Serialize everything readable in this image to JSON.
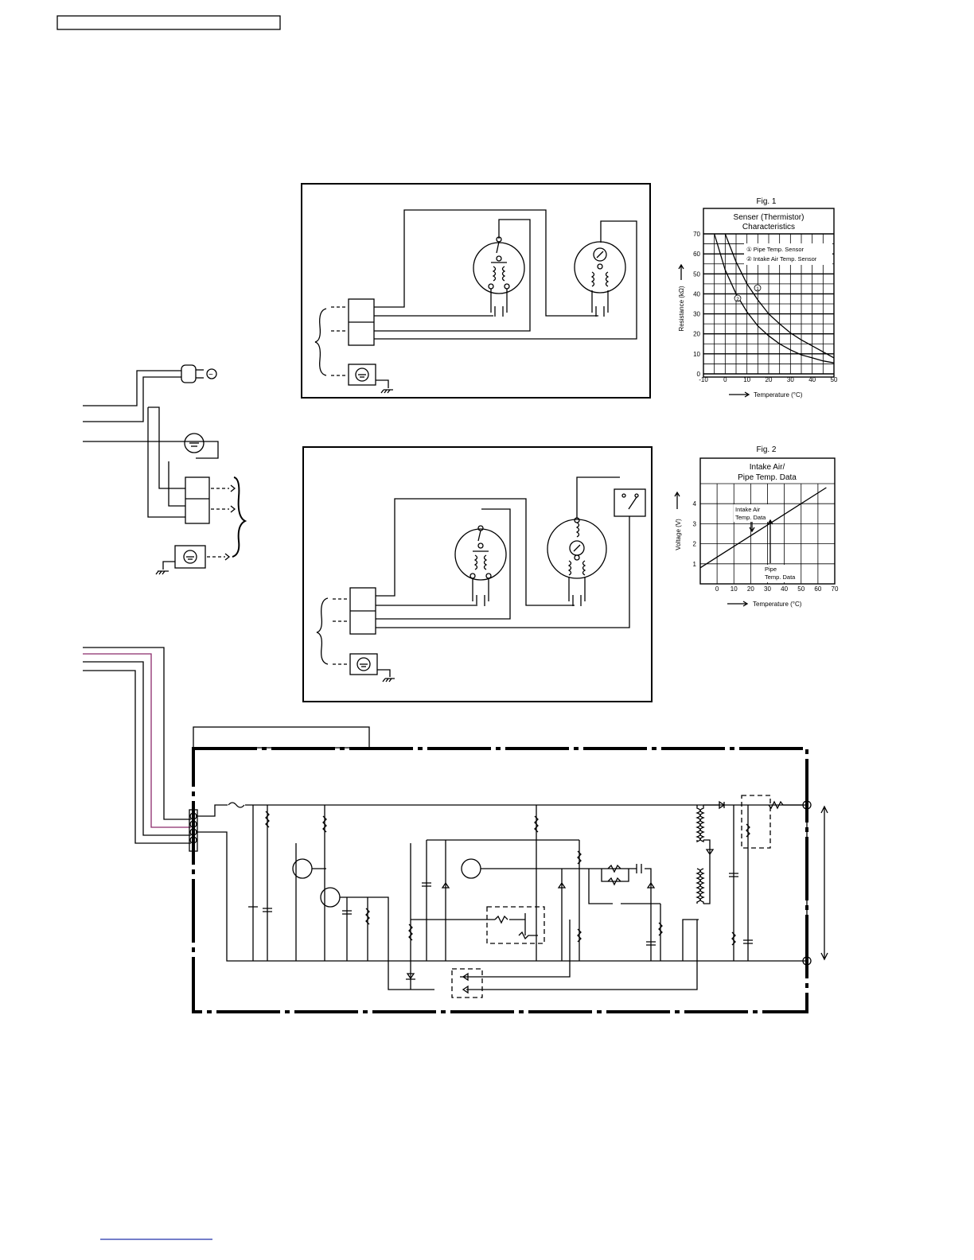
{
  "header_box": {
    "text": ""
  },
  "fig1": {
    "fig_label": "Fig. 1",
    "annotations": {
      "marker_1": "1",
      "marker_2": "2"
    }
  },
  "fig2": {
    "fig_label": "Fig. 2",
    "annotations": {
      "intake_air": "Intake Air Temp. Data",
      "pipe": "Pipe Temp. Data"
    }
  },
  "symbols": {
    "ac_source": "~"
  },
  "chart_data": [
    {
      "type": "line",
      "title": "Senser (Thermistor) Characteristics",
      "xlabel": "Temperature (°C)",
      "ylabel": "Resistance (kΩ)",
      "xlim": [
        -10,
        50
      ],
      "ylim": [
        0,
        70
      ],
      "xticks": [
        -10,
        0,
        10,
        20,
        30,
        40,
        50
      ],
      "yticks": [
        0,
        10,
        20,
        30,
        40,
        50,
        60,
        70
      ],
      "grid": true,
      "legend_position": "top-right",
      "legend": [
        "① Pipe Temp. Sensor",
        "② Intake Air Temp. Sensor"
      ],
      "series": [
        {
          "name": "① Pipe Temp. Sensor",
          "x": [
            0,
            5,
            10,
            15,
            20,
            25,
            30,
            35,
            40,
            45,
            50
          ],
          "y": [
            70,
            56,
            45,
            37,
            30,
            25,
            20.5,
            17,
            14,
            11,
            8
          ]
        },
        {
          "name": "② Intake Air Temp. Sensor",
          "x": [
            -5,
            0,
            5,
            10,
            15,
            20,
            25,
            30,
            35,
            40,
            45,
            50
          ],
          "y": [
            70,
            52,
            40,
            31,
            24,
            19,
            15,
            12,
            9.5,
            8,
            6.5,
            5.5
          ]
        }
      ]
    },
    {
      "type": "line",
      "title": "Intake Air/ Pipe Temp. Data",
      "xlabel": "Temperature (°C)",
      "ylabel": "Voltage (V)",
      "xlim": [
        -10,
        70
      ],
      "ylim": [
        0,
        5
      ],
      "xticks": [
        0,
        10,
        20,
        30,
        40,
        50,
        60,
        70
      ],
      "yticks": [
        1,
        2,
        3,
        4
      ],
      "grid": true,
      "series": [
        {
          "x": [
            -10,
            65
          ],
          "y": [
            0.8,
            4.8
          ]
        }
      ]
    }
  ]
}
